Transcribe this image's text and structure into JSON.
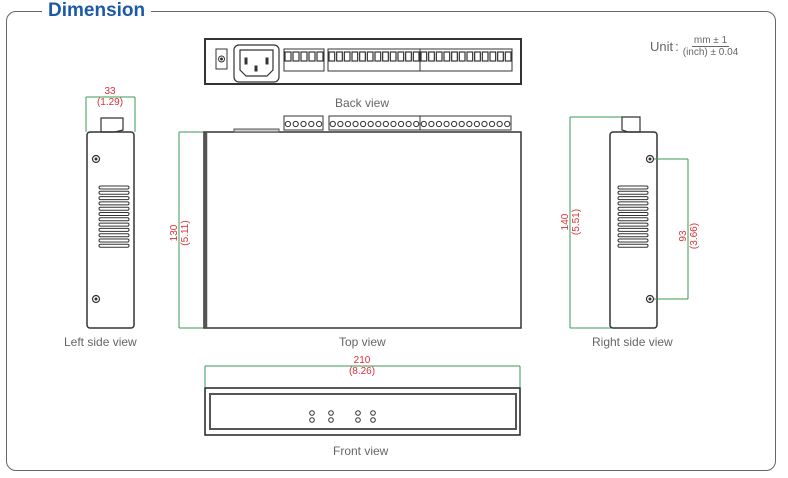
{
  "title": "Dimension",
  "unit": {
    "label": "Unit",
    "separator": ":",
    "numerator": "mm ± 1",
    "denominator": "(inch) ± 0.04"
  },
  "views": {
    "back": "Back view",
    "left": "Left side view",
    "top": "Top view",
    "right": "Right side view",
    "front": "Front view"
  },
  "dimensions": {
    "left_width": {
      "mm": "33",
      "inch": "(1.29)"
    },
    "top_depth": {
      "mm": "130",
      "inch": "(5.11)"
    },
    "right_depth": {
      "mm": "140",
      "inch": "(5.51)"
    },
    "right_hole_spacing": {
      "mm": "93",
      "inch": "(3.66)"
    },
    "front_width": {
      "mm": "210",
      "inch": "(8.26)"
    }
  },
  "colors": {
    "title": "#1d5aa6",
    "dimension_text": "#d9303a",
    "dimension_line": "#3a9a55",
    "outline": "#333333"
  }
}
